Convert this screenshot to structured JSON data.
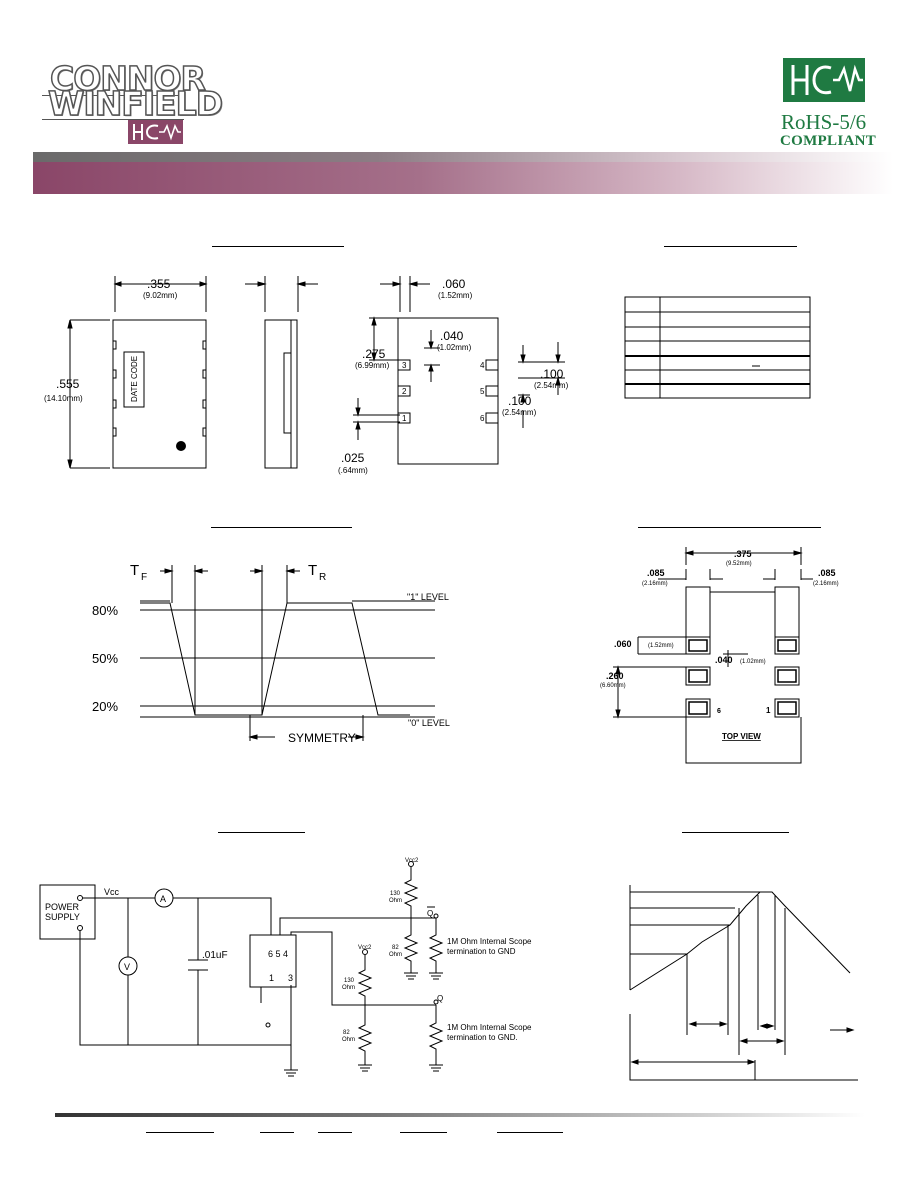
{
  "header": {
    "logo_line1": "CONNOR",
    "logo_line2": "WINFIELD",
    "rohs_line1": "RoHS-5/6",
    "rohs_line2": "COMPLIANT"
  },
  "package": {
    "width": ".355",
    "width_mm": "(9.02mm)",
    "height": ".555",
    "height_mm": "(14.10mm)",
    "date_code": "DATE CODE",
    "lead_offset": ".060",
    "lead_offset_mm": "(1.52mm)",
    "pad_to_pin3": ".275",
    "pad_to_pin3_mm": "(6.99mm)",
    "pad_height": ".040",
    "pad_height_mm": "(1.02mm)",
    "pitch_a": ".100",
    "pitch_a_mm": "(2.54mm)",
    "pitch_b": ".100",
    "pitch_b_mm": "(2.54mm)",
    "pad_width": ".025",
    "pad_width_mm": "(.64mm)",
    "pins": [
      "1",
      "2",
      "3",
      "4",
      "5",
      "6"
    ]
  },
  "waveform": {
    "tf": "T",
    "tf_sub": "F",
    "tr": "T",
    "tr_sub": "R",
    "p80": "80%",
    "p50": "50%",
    "p20": "20%",
    "level1": "\"1\"  LEVEL",
    "level0": "\"0\"  LEVEL",
    "symmetry": "SYMMETRY"
  },
  "land_pattern": {
    "overall": ".375",
    "overall_mm": "(9.52mm)",
    "pad_w_left": ".085",
    "pad_w_left_mm": "(2.16mm)",
    "pad_w_right": ".085",
    "pad_w_right_mm": "(2.16mm)",
    "pad_h": ".060",
    "pad_h_mm": "(1.52mm)",
    "gap": ".040",
    "gap_mm": "(1.02mm)",
    "span": ".260",
    "span_mm": "(6.60mm)",
    "pin_left": "6",
    "pin_right": "1",
    "top_view": "TOP VIEW"
  },
  "circuit": {
    "power_supply_1": "POWER",
    "power_supply_2": "SUPPLY",
    "vcc": "Vcc",
    "ammeter": "A",
    "voltmeter": "V",
    "cap": ".01uF",
    "pins_top": "6 5 4",
    "pin1": "1",
    "pin3": "3",
    "vcc2_top": "Vcc2",
    "r130_top": "130",
    "ohm_a": "Ohm",
    "r82_top": "82",
    "ohm_b": "Ohm",
    "qbar": "Q",
    "scope1_l1": "1M Ohm Internal Scope",
    "scope1_l2": "termination to GND",
    "vcc2_bot": "Vcc2",
    "r130_bot": "130",
    "ohm_c": "Ohm",
    "r82_bot": "82",
    "ohm_d": "Ohm",
    "q": "Q",
    "scope2_l1": "1M Ohm Internal Scope",
    "scope2_l2": "termination to GND."
  }
}
